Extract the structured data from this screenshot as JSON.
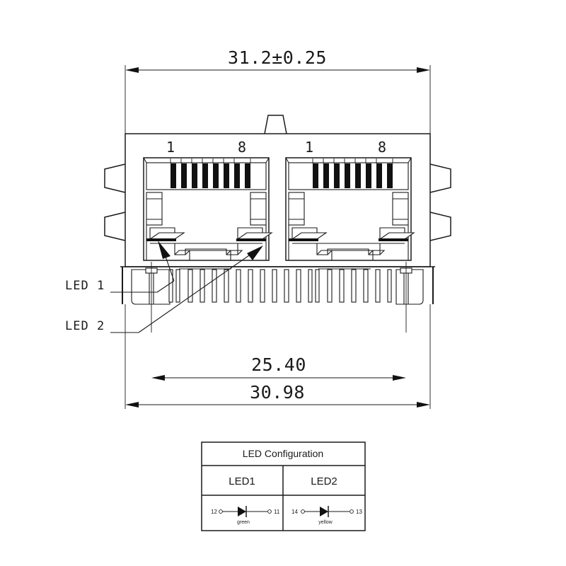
{
  "drawing": {
    "type": "mechanical-outline-drawing",
    "component": "dual-port-rj45-modular-jack",
    "background_color": "#ffffff",
    "line_color": "#1a1a1a"
  },
  "dimensions": {
    "overall_width": "31.2±0.25",
    "mounting_hole_span": "25.40",
    "body_width": "30.98"
  },
  "leaders": [
    {
      "label": "LED 1"
    },
    {
      "label": "LED 2"
    }
  ],
  "ports": [
    {
      "pin_first": "1",
      "pin_last": "8"
    },
    {
      "pin_first": "1",
      "pin_last": "8"
    }
  ],
  "led_table": {
    "title": "LED Configuration",
    "columns": [
      {
        "header": "LED1",
        "anode_pin": "12",
        "cathode_pin": "11",
        "color_label": "green"
      },
      {
        "header": "LED2",
        "anode_pin": "14",
        "cathode_pin": "13",
        "color_label": "yellow"
      }
    ]
  },
  "icons": {
    "diode": "diode-symbol",
    "arrow": "dimension-arrow"
  }
}
